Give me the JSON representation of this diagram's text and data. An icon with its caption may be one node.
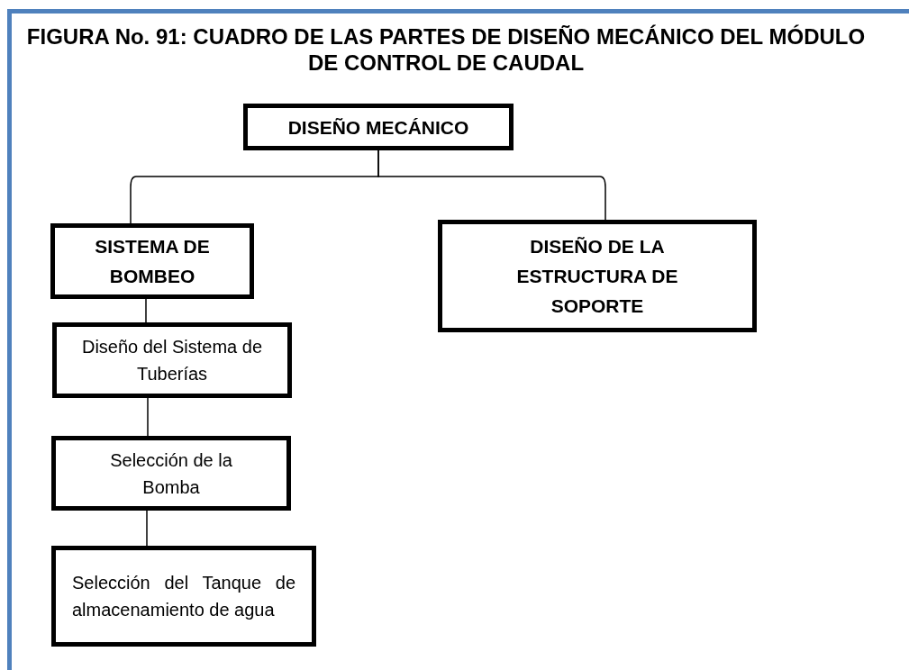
{
  "diagram": {
    "title": "FIGURA No. 91: CUADRO DE LAS PARTES DE DISEÑO MECÁNICO DEL MÓDULO DE CONTROL DE CAUDAL",
    "nodes": [
      {
        "text": [
          "DISEÑO MECÁNICO"
        ]
      },
      {
        "text": [
          "SISTEMA DE BOMBEO"
        ]
      },
      {
        "text": [
          "DISEÑO DE LA ESTRUCTURA DE SOPORTE"
        ]
      },
      {
        "text": [
          "Diseño del Sistema de Tuberías"
        ]
      },
      {
        "text": [
          "Selección de la Bomba"
        ]
      },
      {
        "text": [
          "Selección del Tanque de almacenamiento de agua"
        ]
      }
    ],
    "edges": [
      {
        "from": 0,
        "to": 1,
        "arrow": "none"
      },
      {
        "from": 0,
        "to": 2,
        "arrow": "none"
      },
      {
        "from": 1,
        "to": 3,
        "arrow": "none"
      },
      {
        "from": 3,
        "to": 4,
        "arrow": "none"
      },
      {
        "from": 4,
        "to": 5,
        "arrow": "none"
      }
    ]
  }
}
